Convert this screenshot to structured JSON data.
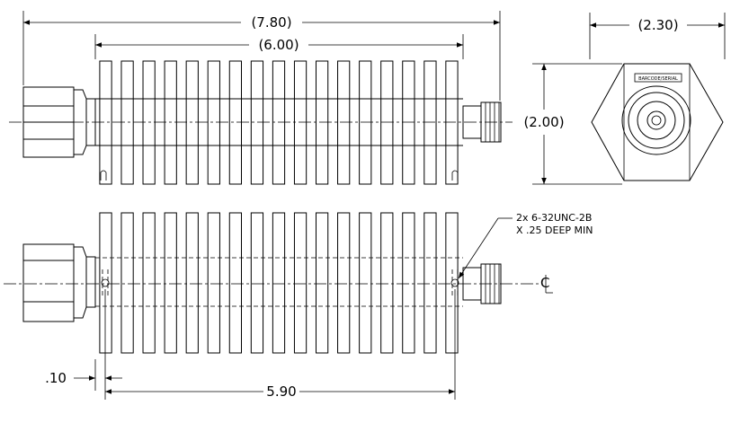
{
  "dimensions": {
    "overall_length": "(7.80)",
    "fin_length": "(6.00)",
    "hex_width": "(2.30)",
    "height": "(2.00)",
    "hole_offset": ".10",
    "hole_spacing": "5.90"
  },
  "hole_note": {
    "line1": "2x 6-32UNC-2B",
    "line2": "X .25 DEEP MIN"
  },
  "end_view_label": "BARCODE/SERIAL",
  "centerline_symbol": "C",
  "fins": {
    "count": 17
  }
}
